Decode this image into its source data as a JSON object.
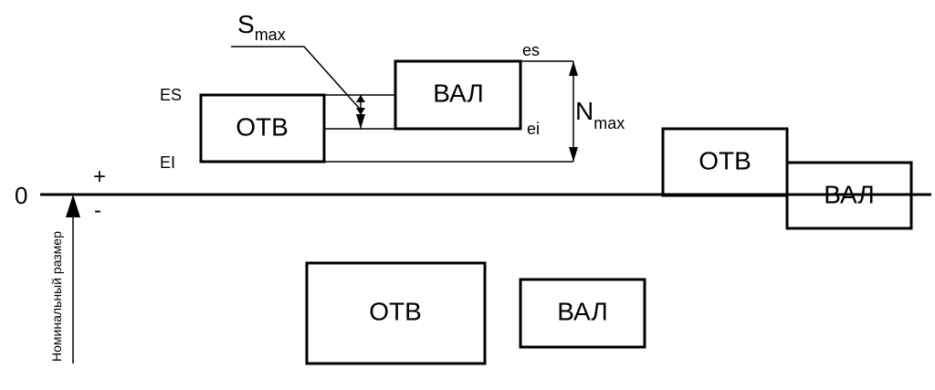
{
  "axis": {
    "zero": "0",
    "plus": "+",
    "minus": "-",
    "nominal_label": "Номинальный размер"
  },
  "fit_clearance": {
    "hole_label": "ОТВ",
    "shaft_label": "ВАЛ",
    "ES": "ES",
    "EI": "EI",
    "es": "es",
    "ei": "ei",
    "smax_main": "S",
    "smax_sub": "max",
    "nmax_main": "N",
    "nmax_sub": "max"
  },
  "fit_transition": {
    "hole_label": "ОТВ",
    "shaft_label": "ВАЛ"
  },
  "fit_below": {
    "hole_label": "ОТВ",
    "shaft_label": "ВАЛ"
  }
}
